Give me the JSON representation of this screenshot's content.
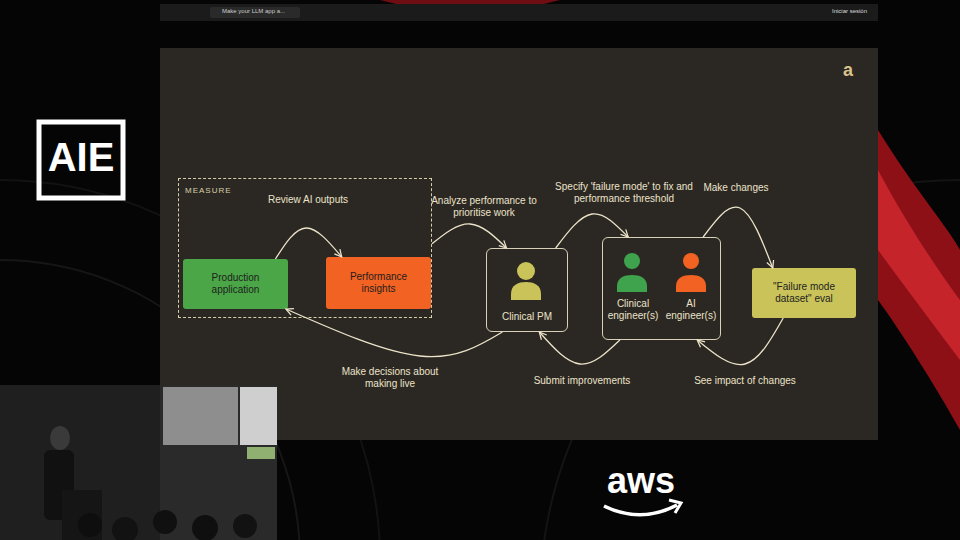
{
  "diagram": {
    "nodes": [
      {
        "text": [
          "MEASURE"
        ]
      },
      {
        "text": [
          "Production application"
        ],
        "in": 0
      },
      {
        "text": [
          "Performance insights"
        ],
        "in": 0
      },
      {
        "text": [
          "Clinical PM"
        ]
      },
      {
        "text": [
          "Clinical engineer(s)",
          "AI engineer(s)"
        ]
      },
      {
        "text": [
          "\"Failure mode dataset\" eval"
        ]
      }
    ],
    "edges": [
      {
        "from": 1,
        "to": 2,
        "label": "Review AI outputs",
        "arrow": "to"
      },
      {
        "from": 0,
        "to": 3,
        "label": "Analyze performance to prioritise work",
        "arrow": "to"
      },
      {
        "from": 3,
        "to": 4,
        "label": "Specify 'failure mode' to fix and performance threshold",
        "arrow": "to"
      },
      {
        "from": 4,
        "to": 5,
        "label": "Make changes",
        "arrow": "to"
      },
      {
        "from": 5,
        "to": 4,
        "label": "See impact of changes",
        "arrow": "to"
      },
      {
        "from": 4,
        "to": 3,
        "label": "Submit improvements",
        "arrow": "to"
      },
      {
        "from": 3,
        "to": 1,
        "label": "Make decisions about making live",
        "arrow": "to"
      }
    ],
    "labels": [
      "Make your LLM app a...",
      "Iniciar sesión",
      "a",
      "AIE",
      "aws"
    ]
  }
}
